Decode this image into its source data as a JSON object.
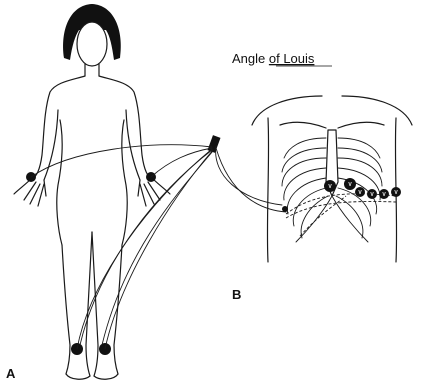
{
  "figure": {
    "panel_a_label": "A",
    "panel_b_label": "B",
    "angle_label_prefix": "Angle ",
    "angle_label_underlined": "of Louis",
    "precordial_leads": [
      "V",
      "V",
      "V",
      "V",
      "V",
      "V"
    ],
    "colors": {
      "line": "#1a1a1a",
      "hair": "#111111",
      "electrode": "#111111",
      "background": "#ffffff"
    }
  }
}
